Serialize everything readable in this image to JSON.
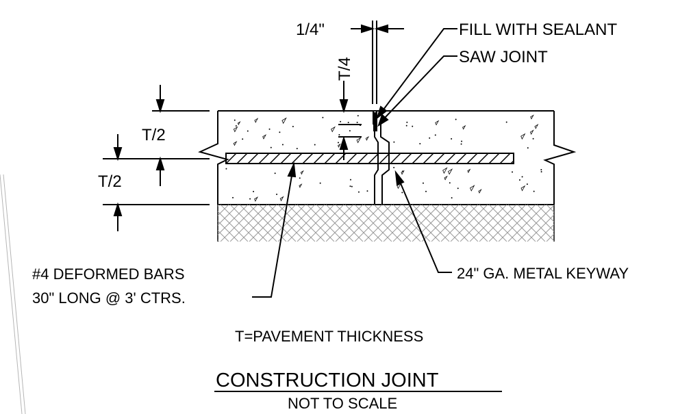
{
  "labels": {
    "quarter_inch": "1/4\"",
    "t_quarter": "T/4",
    "fill_sealant": "FILL WITH SEALANT",
    "saw_joint": "SAW JOINT",
    "t_half_upper": "T/2",
    "t_half_lower": "T/2",
    "bars_line1": "#4 DEFORMED BARS",
    "bars_line2": "30\" LONG @ 3' CTRS.",
    "keyway": "24\" GA. METAL KEYWAY",
    "legend": "T=PAVEMENT THICKNESS",
    "title": "CONSTRUCTION JOINT",
    "subtitle": "NOT TO SCALE"
  },
  "colors": {
    "line": "#000000",
    "background": "#ffffff",
    "hatch": "#9a9a9a"
  }
}
